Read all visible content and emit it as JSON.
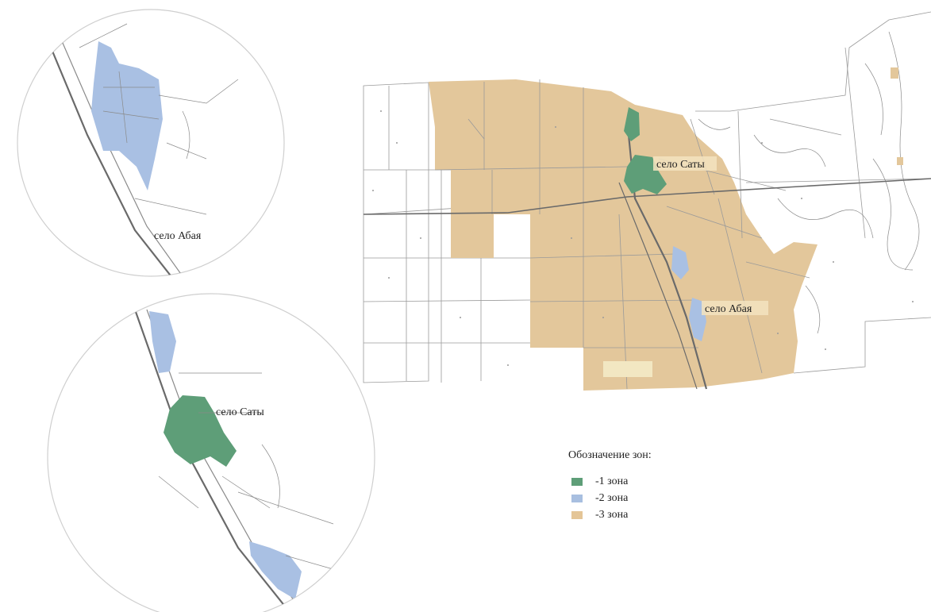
{
  "labels": {
    "saty_main": "село Саты",
    "abaya_main": "село Абая",
    "abaya_inset": "село Абая",
    "saty_inset": "село Саты"
  },
  "legend": {
    "title": "Обозначение зон:",
    "items": [
      {
        "label": "-1 зона",
        "color": "#5e9e78"
      },
      {
        "label": "-2 зона",
        "color": "#a8bfe0"
      },
      {
        "label": "-3 зона",
        "color": "#e4c597"
      }
    ]
  },
  "colors": {
    "zone1": "#5e9e78",
    "zone2": "#a9c0e3",
    "zone3": "#e3c79b",
    "line": "#8a8a8a"
  }
}
